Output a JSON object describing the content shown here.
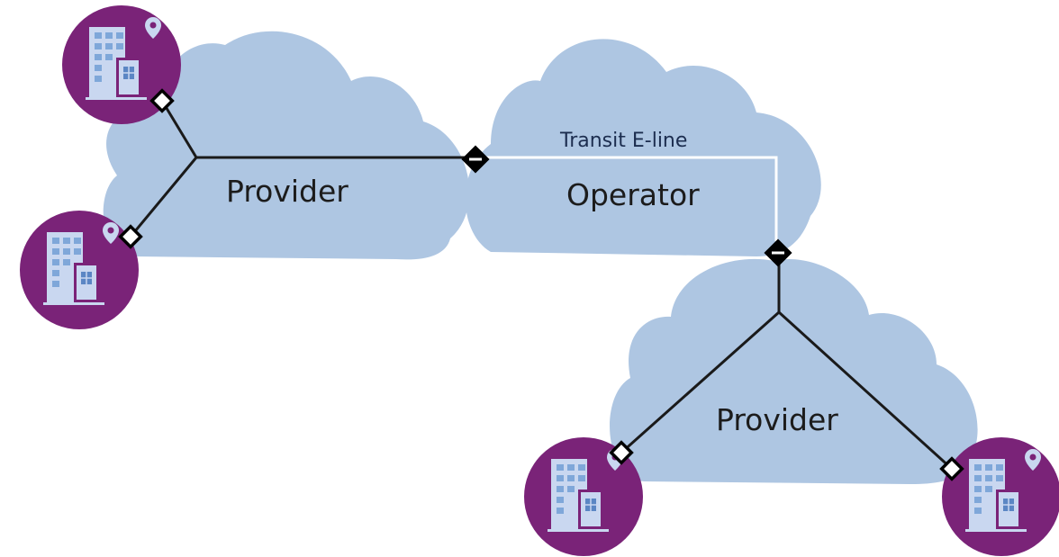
{
  "clouds": {
    "provider_left": "Provider",
    "operator": "Operator",
    "provider_bottom": "Provider"
  },
  "service_label": "Transit E-line",
  "colors": {
    "cloud": "#aec6e2",
    "site": "#7a2378",
    "line": "#1a1a1a",
    "transit_line": "#ffffff"
  },
  "icons": {
    "site": "office-building-location-icon",
    "uni": "diamond-connector-icon",
    "enni": "diamond-minus-connector-icon"
  }
}
